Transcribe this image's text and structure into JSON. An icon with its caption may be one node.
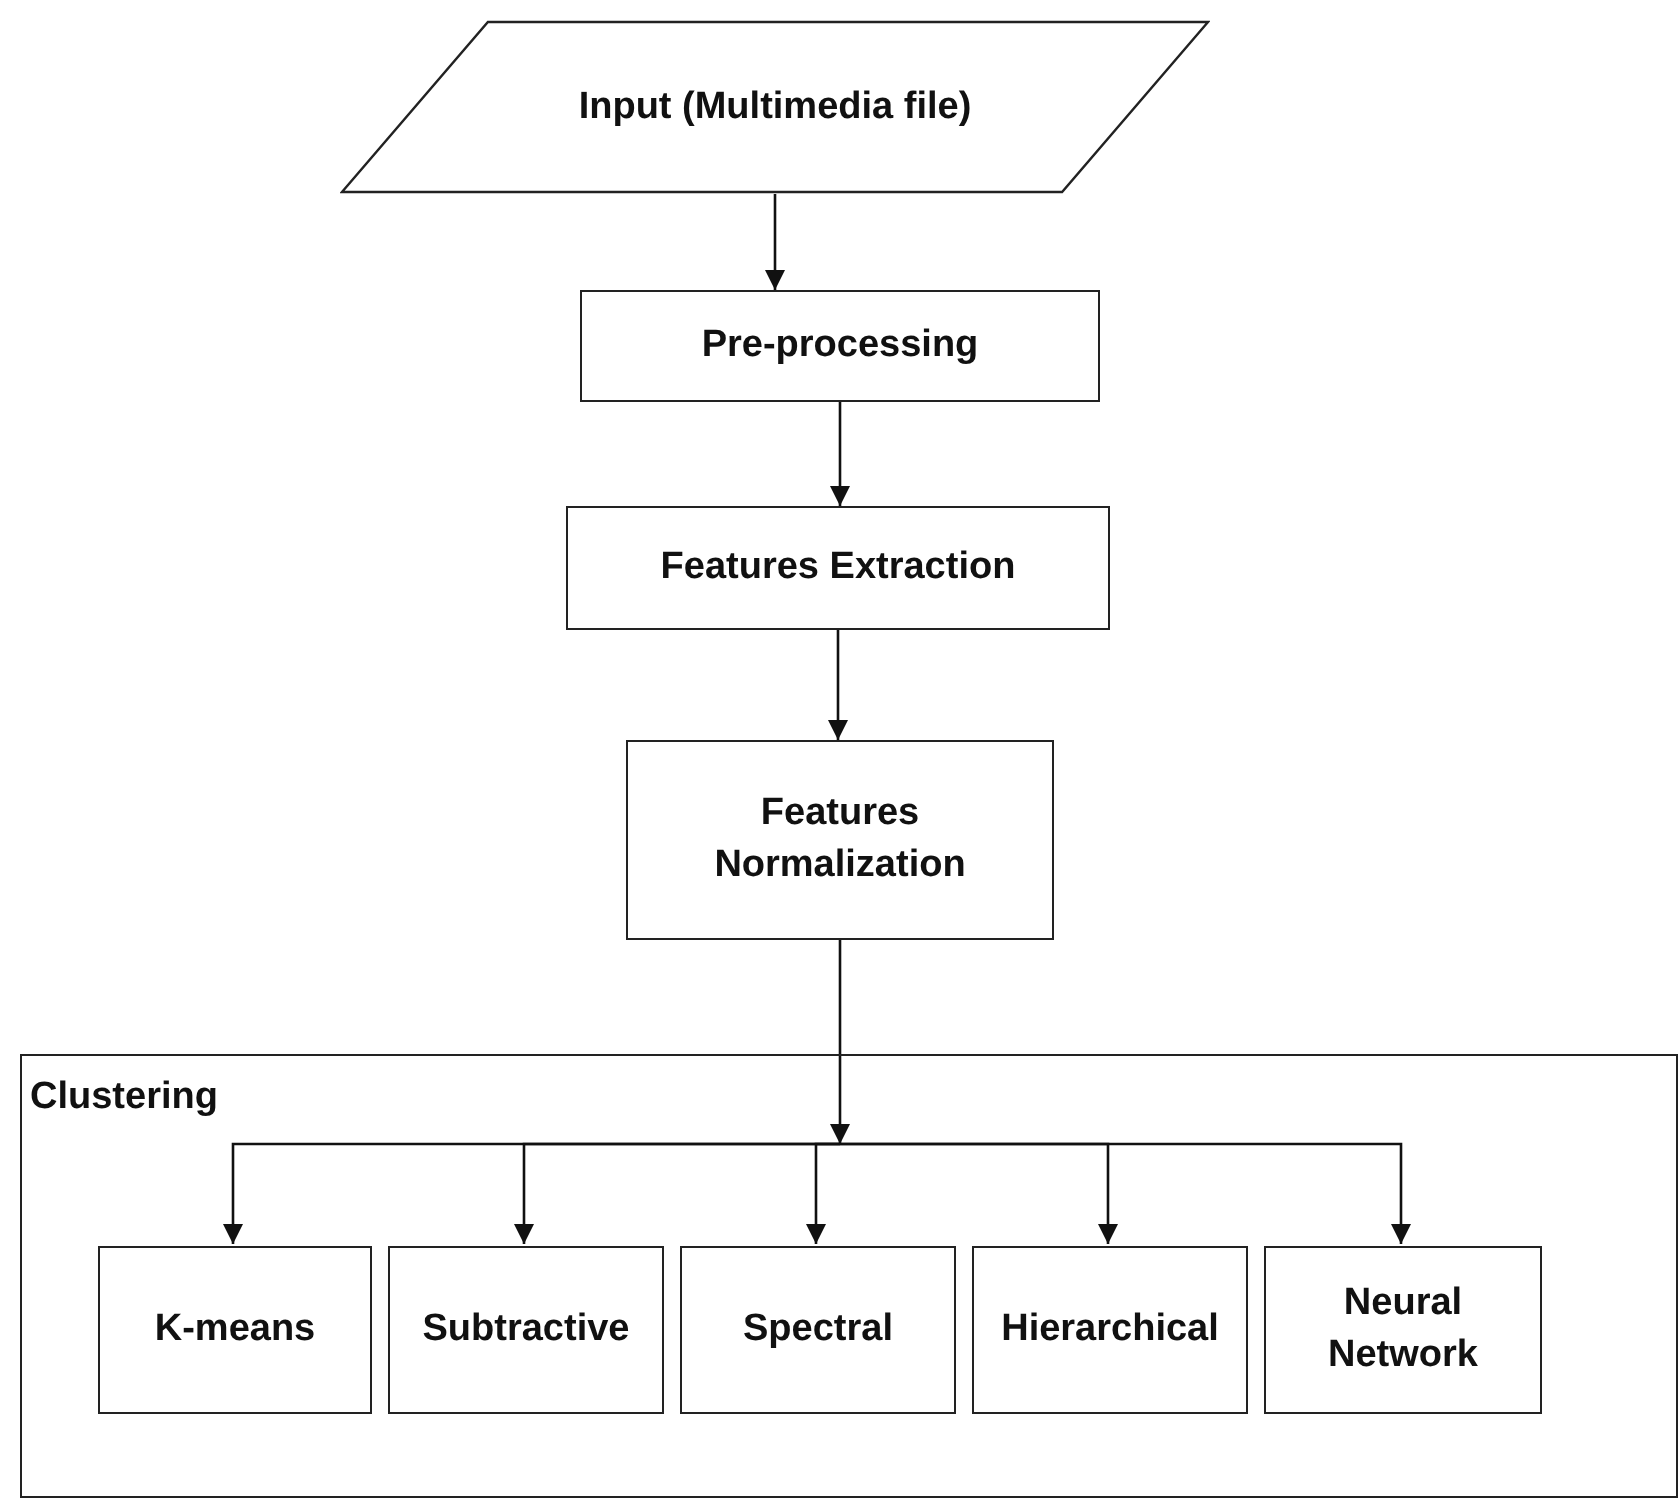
{
  "diagram": {
    "nodes": [
      {
        "text": [
          "Input (Multimedia file)"
        ]
      },
      {
        "text": [
          "Pre-processing"
        ]
      },
      {
        "text": [
          "Features Extraction"
        ]
      },
      {
        "text": [
          "Features Normalization"
        ]
      },
      {
        "text": [
          "Clustering"
        ]
      },
      {
        "text": [
          "K-means"
        ],
        "in": 4
      },
      {
        "text": [
          "Subtractive"
        ],
        "in": 4
      },
      {
        "text": [
          "Spectral"
        ],
        "in": 4
      },
      {
        "text": [
          "Hierarchical"
        ],
        "in": 4
      },
      {
        "text": [
          "Neural Network"
        ],
        "in": 4
      }
    ],
    "edges": [
      {
        "from": 0,
        "to": 1,
        "arrow": "to"
      },
      {
        "from": 1,
        "to": 2,
        "arrow": "to"
      },
      {
        "from": 2,
        "to": 3,
        "arrow": "to"
      },
      {
        "from": 3,
        "to": 5,
        "arrow": "to"
      },
      {
        "from": 3,
        "to": 6,
        "arrow": "to"
      },
      {
        "from": 3,
        "to": 7,
        "arrow": "to"
      },
      {
        "from": 3,
        "to": 8,
        "arrow": "to"
      },
      {
        "from": 3,
        "to": 9,
        "arrow": "to"
      }
    ]
  }
}
